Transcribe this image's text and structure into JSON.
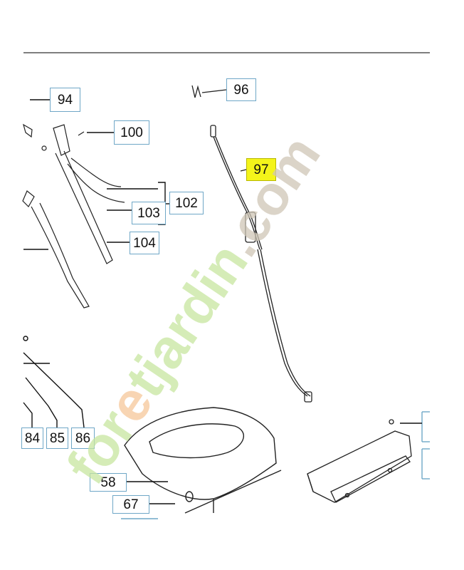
{
  "callouts": {
    "c94": "94",
    "c96": "96",
    "c97": "97",
    "c100": "100",
    "c102": "102",
    "c103": "103",
    "c104": "104",
    "c84": "84",
    "c85": "85",
    "c86": "86",
    "c58": "58",
    "c67": "67"
  },
  "highlighted_part": "97",
  "watermark_text": "foretjardin.com",
  "colors": {
    "callout_border": "#6fa7c7",
    "highlight": "#f4f41a",
    "watermark_green": "#c8e6a0",
    "watermark_orange": "#f6c89a",
    "watermark_gray": "#cfc6b6",
    "line": "#222222"
  }
}
